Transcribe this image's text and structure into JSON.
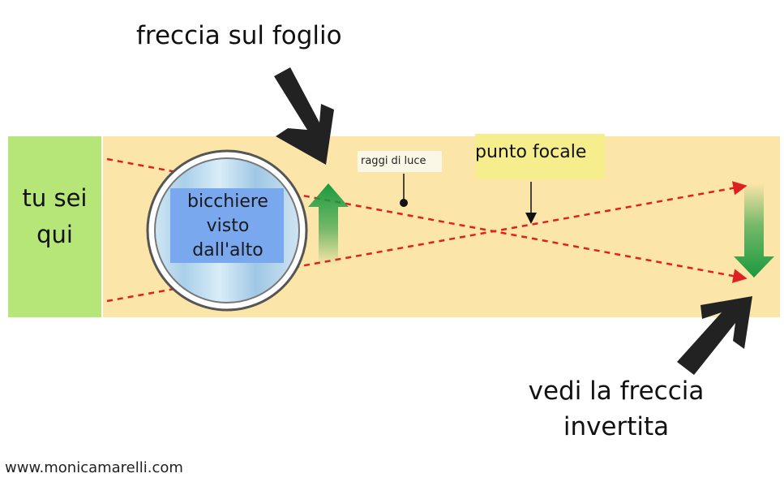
{
  "labels": {
    "top_arrow": "freccia sul foglio",
    "viewer": "tu sei qui",
    "glass": "bicchiere visto dall'alto",
    "rays": "raggi di luce",
    "focal_point": "punto focale",
    "inverted": "vedi la freccia invertita",
    "watermark": "www.monicamarelli.com"
  },
  "colors": {
    "strip": "#fbe5a9",
    "viewer_panel": "#b7e678",
    "focal_label_bg": "#f6ed8c",
    "glass_label_bg": "#79a8ef",
    "arrow_green": "#1a9a3e",
    "pointer_black": "#222222",
    "ray_red": "#e02020"
  }
}
